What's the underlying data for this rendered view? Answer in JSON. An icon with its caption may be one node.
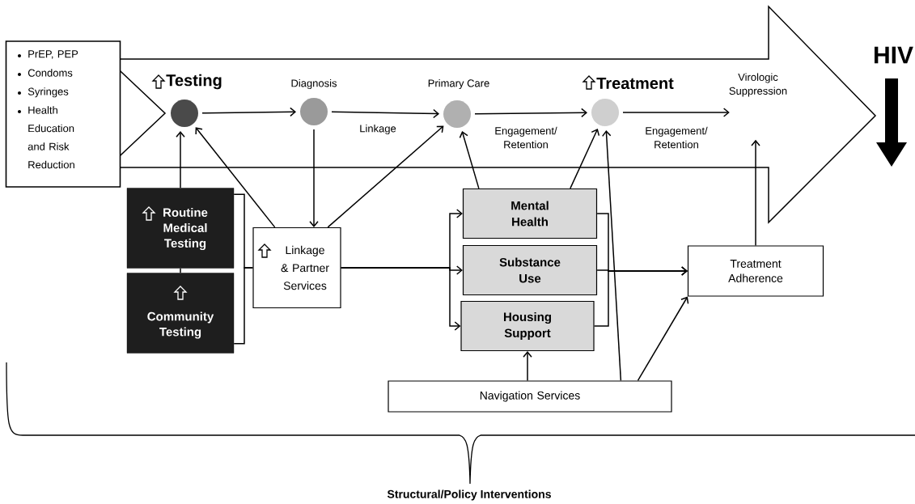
{
  "diagram": {
    "nodes": [
      {
        "text": [
          "PrEP, PEP",
          "Condoms",
          "Syringes",
          "Health Education and Risk Reduction"
        ]
      },
      {
        "text": [
          "Testing"
        ]
      },
      {
        "text": [
          "Diagnosis"
        ]
      },
      {
        "text": [
          "Primary Care"
        ]
      },
      {
        "text": [
          "Treatment"
        ]
      },
      {
        "text": [
          "Virologic Suppression"
        ]
      },
      {
        "text": [
          "Routine Medical Testing"
        ]
      },
      {
        "text": [
          "Community Testing"
        ]
      },
      {
        "text": [
          "Linkage & Partner Services"
        ]
      },
      {
        "text": [
          "Mental Health"
        ]
      },
      {
        "text": [
          "Substance Use"
        ]
      },
      {
        "text": [
          "Housing Support"
        ]
      },
      {
        "text": [
          "Treatment Adherence"
        ]
      },
      {
        "text": [
          "Navigation Services"
        ]
      }
    ],
    "edges": [
      {
        "from": 1,
        "to": 2,
        "arrow": "to"
      },
      {
        "from": 2,
        "to": 3,
        "arrow": "to",
        "label": "Linkage"
      },
      {
        "from": 3,
        "to": 4,
        "arrow": "to",
        "label": "Engagement/ Retention"
      },
      {
        "from": 4,
        "to": 5,
        "arrow": "to",
        "label": "Engagement/ Retention"
      },
      {
        "from": 6,
        "to": 1,
        "arrow": "to"
      },
      {
        "from": 7,
        "to": 6,
        "arrow": "none"
      },
      {
        "from": 8,
        "to": 1,
        "arrow": "to"
      },
      {
        "from": 2,
        "to": 8,
        "arrow": "to"
      },
      {
        "from": 8,
        "to": 3,
        "arrow": "to"
      },
      {
        "from": 6,
        "to": 8,
        "arrow": "none"
      },
      {
        "from": 7,
        "to": 8,
        "arrow": "none"
      },
      {
        "from": 8,
        "to": 9,
        "arrow": "to"
      },
      {
        "from": 8,
        "to": 10,
        "arrow": "to"
      },
      {
        "from": 8,
        "to": 11,
        "arrow": "to"
      },
      {
        "from": 9,
        "to": 3,
        "arrow": "to"
      },
      {
        "from": 9,
        "to": 4,
        "arrow": "to"
      },
      {
        "from": 9,
        "to": 12,
        "arrow": "to"
      },
      {
        "from": 10,
        "to": 12,
        "arrow": "to"
      },
      {
        "from": 11,
        "to": 12,
        "arrow": "to"
      },
      {
        "from": 13,
        "to": 11,
        "arrow": "to"
      },
      {
        "from": 13,
        "to": 4,
        "arrow": "to"
      },
      {
        "from": 13,
        "to": 12,
        "arrow": "to"
      },
      {
        "from": 12,
        "to": 5,
        "arrow": "to"
      }
    ],
    "labels": [
      "HIV",
      "Structural/Policy Interventions"
    ]
  }
}
